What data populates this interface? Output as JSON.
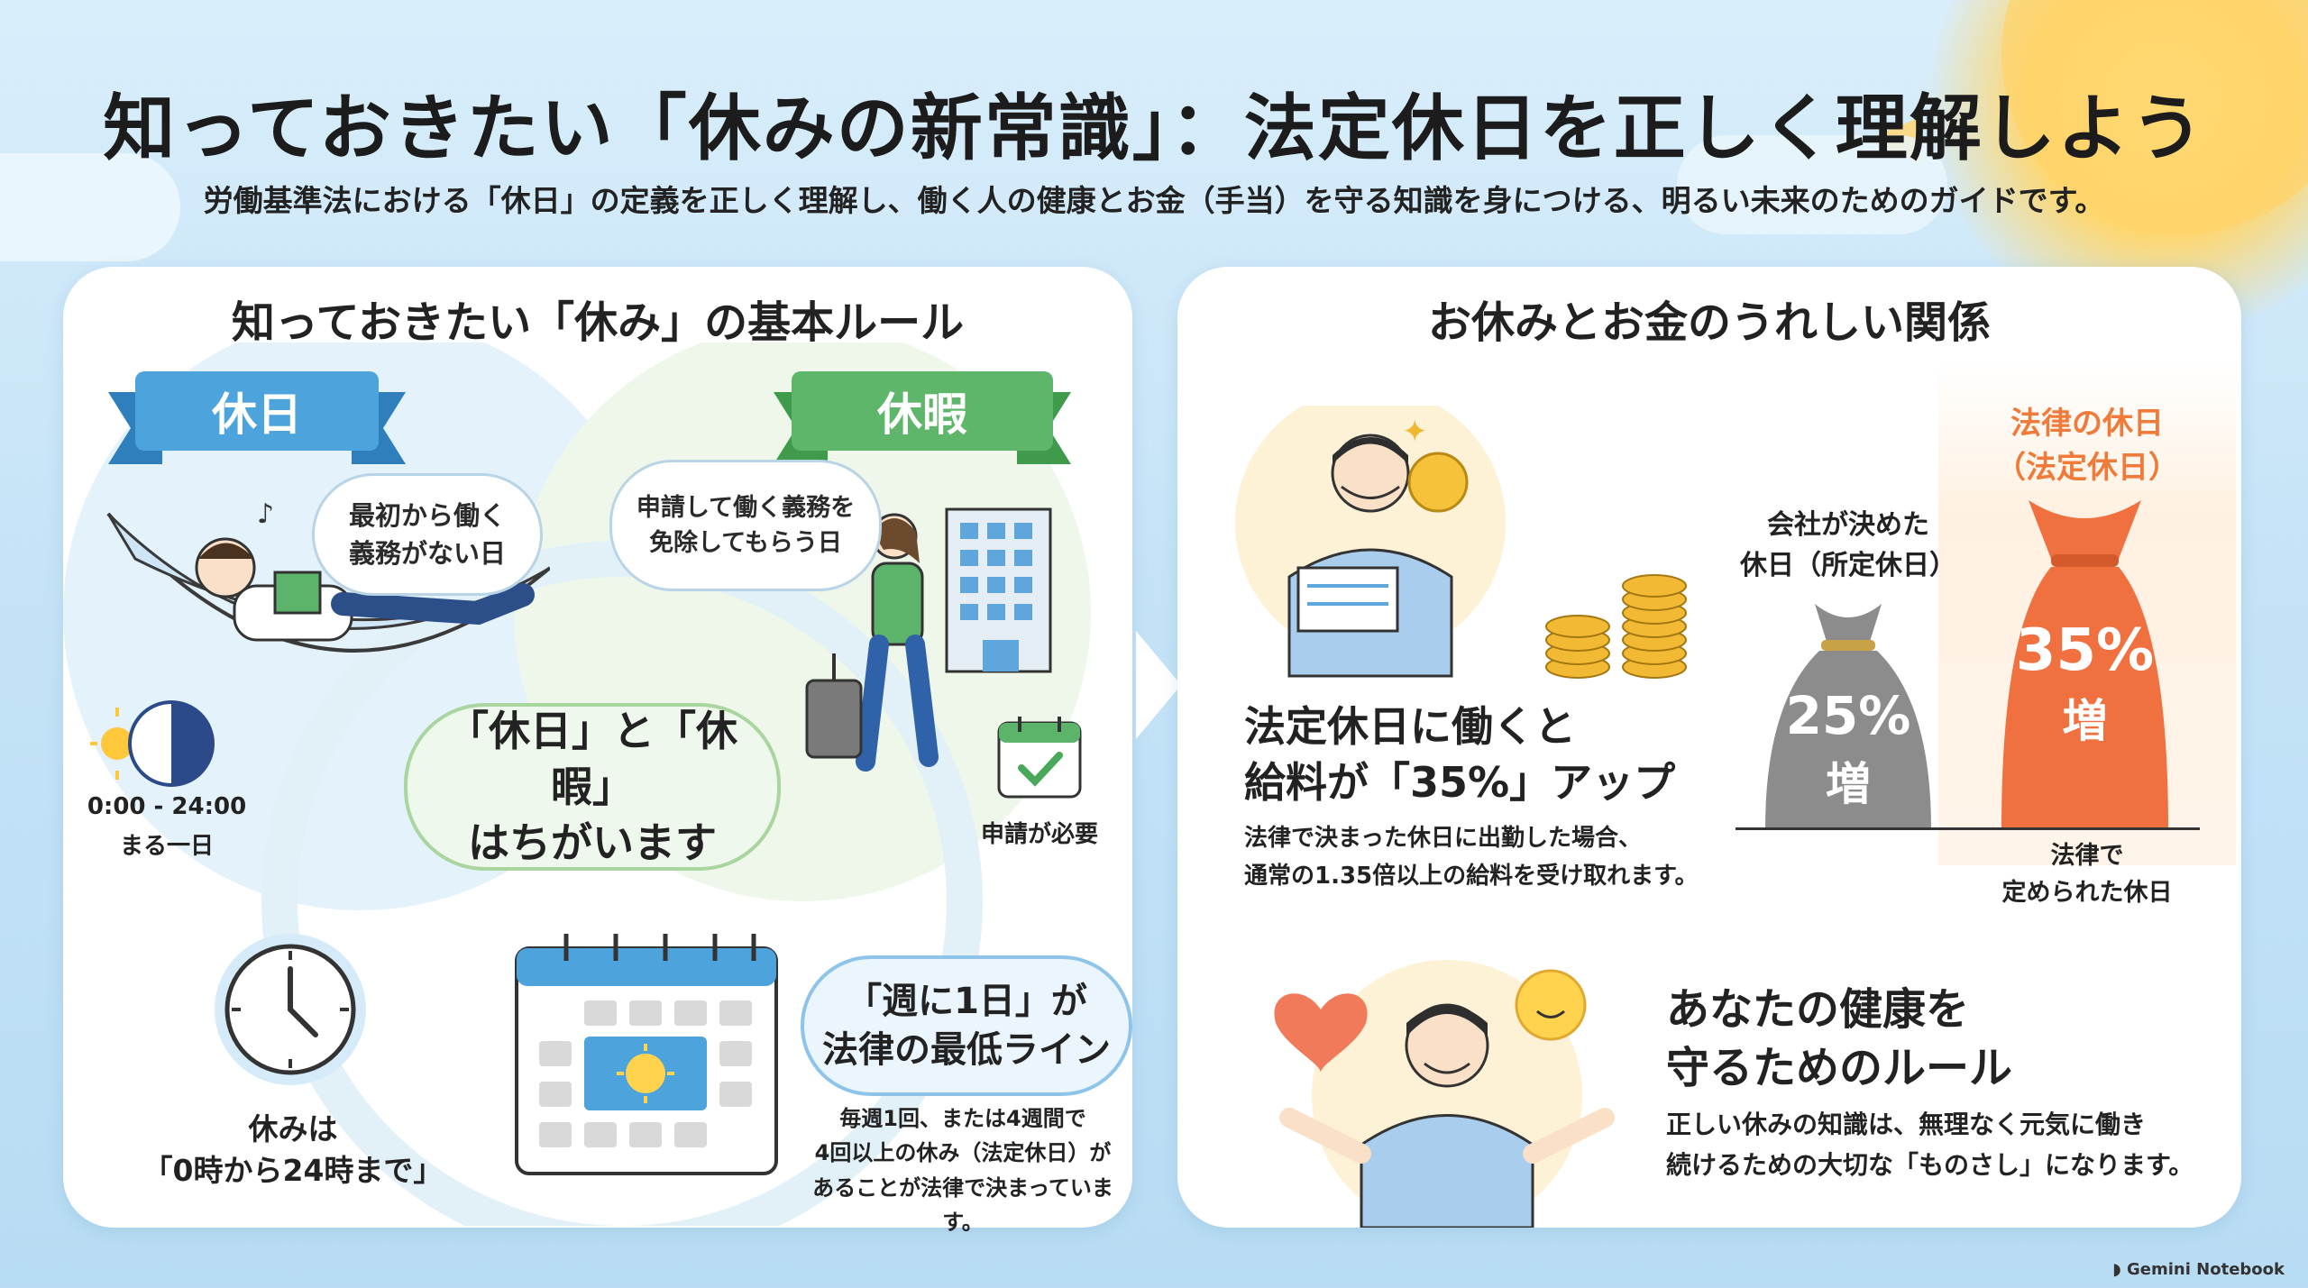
{
  "header": {
    "title": "知っておきたい「休みの新常識」：法定休日を正しく理解しよう",
    "subtitle": "労働基準法における「休日」の定義を正しく理解し、働く人の健康とお金（手当）を守る知識を身につける、明るい未来のためのガイドです。"
  },
  "left_panel": {
    "title": "知っておきたい「休み」の基本ルール",
    "kyujitsu": {
      "ribbon": "休日",
      "bubble_line1": "最初から働く",
      "bubble_line2": "義務がない日",
      "time_range": "0:00 - 24:00",
      "time_caption": "まる一日"
    },
    "kyuka": {
      "ribbon": "休暇",
      "bubble_line1": "申請して働く義務を",
      "bubble_line2": "免除してもらう日",
      "caption": "申請が必要"
    },
    "center_bubble": {
      "line1": "「休日」と「休暇」",
      "line2": "はちがいます"
    },
    "clock_caption": {
      "line1": "休みは",
      "line2": "「0時から24時まで」"
    },
    "weekly_bubble": {
      "line1": "「週に1日」が",
      "line2": "法律の最低ライン"
    },
    "weekly_note": {
      "line1": "毎週1回、または4週間で",
      "line2": "4回以上の休み（法定休日）が",
      "line3": "あることが法律で決まっています。"
    }
  },
  "right_panel": {
    "title": "お休みとお金のうれしい関係",
    "pay": {
      "heading_line1": "法定休日に働くと",
      "heading_line2": "給料が「35%」アップ",
      "desc_line1": "法律で決まった休日に出勤した場合、",
      "desc_line2": "通常の1.35倍以上の給料を受け取れます。"
    },
    "bags": {
      "company_label_line1": "会社が決めた",
      "company_label_line2": "休日（所定休日）",
      "company_value": "25%",
      "company_suffix": "増",
      "legal_label_line1": "法律の休日",
      "legal_label_line2": "（法定休日）",
      "legal_value": "35%",
      "legal_suffix": "増",
      "legal_caption_line1": "法律で",
      "legal_caption_line2": "定められた休日"
    },
    "health": {
      "heading_line1": "あなたの健康を",
      "heading_line2": "守るためのルール",
      "desc_line1": "正しい休みの知識は、無理なく元気に働き",
      "desc_line2": "続けるための大切な「ものさし」になります。"
    }
  },
  "footer": {
    "brand": "Gemini Notebook"
  },
  "colors": {
    "ribbon_blue": "#4da3dc",
    "ribbon_green": "#5db66a",
    "bag_gray": "#8c8c8c",
    "bag_orange": "#f07040",
    "legal_label_orange": "#f07a3a"
  }
}
